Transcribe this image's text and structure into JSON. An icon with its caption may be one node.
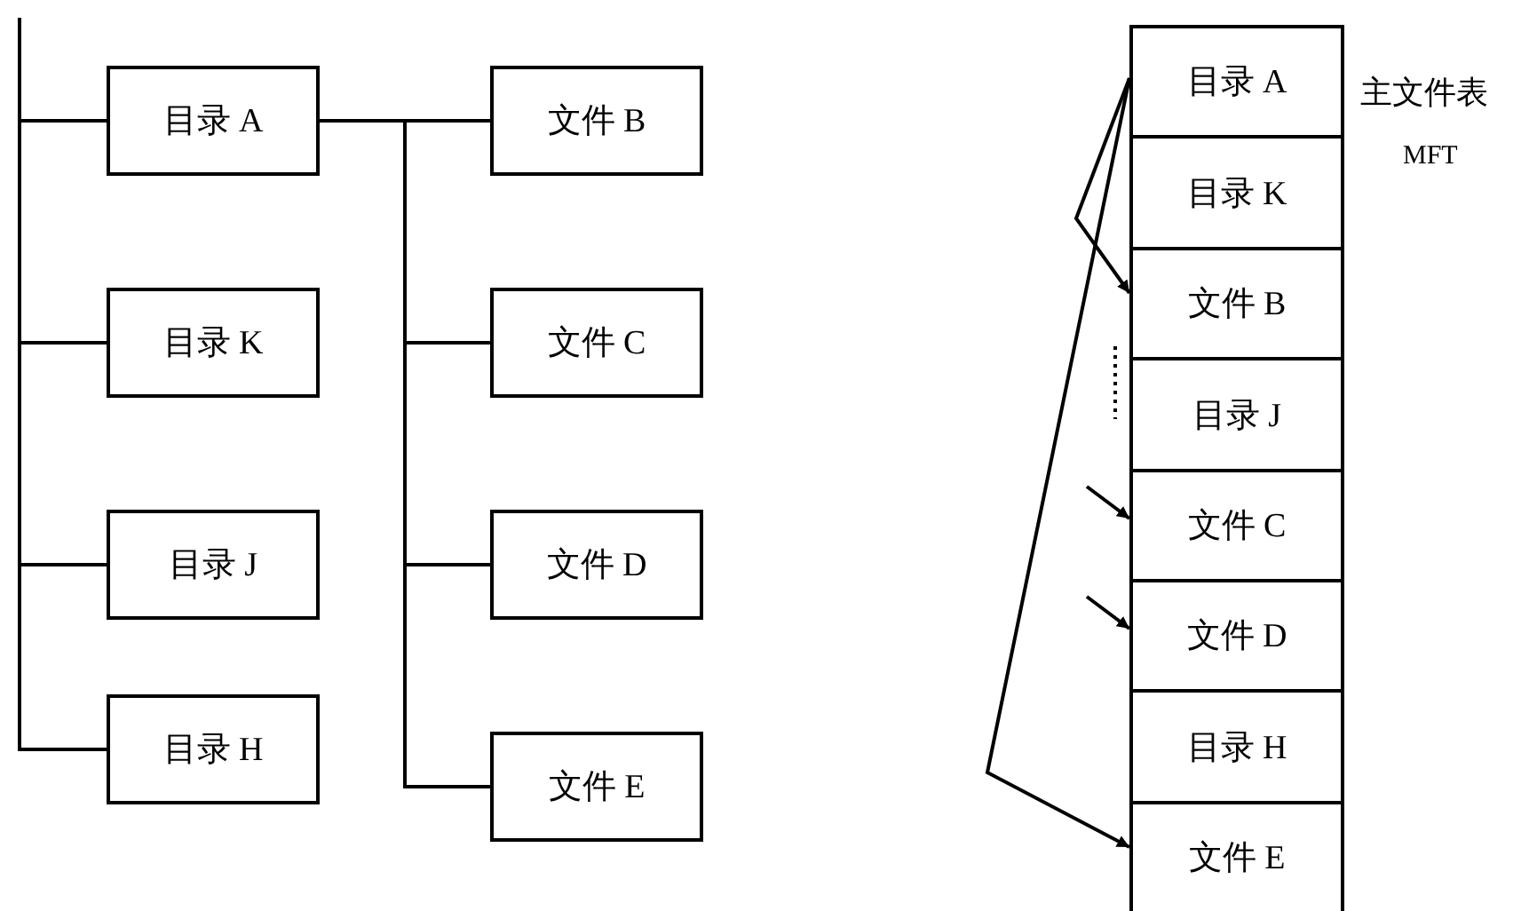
{
  "diagram": {
    "nodes": [
      {
        "text": [
          "目录 A"
        ]
      },
      {
        "text": [
          "目录 K"
        ]
      },
      {
        "text": [
          "目录 J"
        ]
      },
      {
        "text": [
          "目录 H"
        ]
      },
      {
        "text": [
          "文件 B"
        ]
      },
      {
        "text": [
          "文件 C"
        ]
      },
      {
        "text": [
          "文件 D"
        ]
      },
      {
        "text": [
          "文件 E"
        ]
      },
      {
        "text": [
          "目录 A"
        ]
      },
      {
        "text": [
          "目录 K"
        ]
      },
      {
        "text": [
          "文件 B"
        ]
      },
      {
        "text": [
          "目录 J"
        ]
      },
      {
        "text": [
          "文件 C"
        ]
      },
      {
        "text": [
          "文件 D"
        ]
      },
      {
        "text": [
          "目录 H"
        ]
      },
      {
        "text": [
          "文件 E"
        ]
      }
    ],
    "edges": [
      {
        "from": null,
        "to": 0,
        "arrow": "none"
      },
      {
        "from": null,
        "to": 1,
        "arrow": "none"
      },
      {
        "from": null,
        "to": 2,
        "arrow": "none"
      },
      {
        "from": null,
        "to": 3,
        "arrow": "none"
      },
      {
        "from": 0,
        "to": 4,
        "arrow": "none"
      },
      {
        "from": 0,
        "to": 5,
        "arrow": "none"
      },
      {
        "from": 0,
        "to": 6,
        "arrow": "none"
      },
      {
        "from": 0,
        "to": 7,
        "arrow": "none"
      },
      {
        "from": 8,
        "to": 10,
        "arrow": "to"
      },
      {
        "from": 8,
        "to": 15,
        "arrow": "to"
      },
      {
        "from": null,
        "to": 12,
        "arrow": "to"
      },
      {
        "from": null,
        "to": 13,
        "arrow": "to"
      }
    ],
    "labels": [
      "主文件表",
      "MFT"
    ]
  }
}
